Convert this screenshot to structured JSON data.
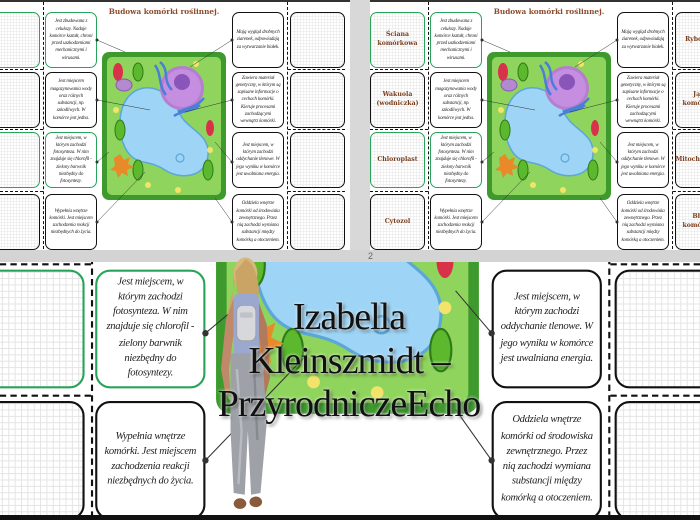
{
  "worksheet": {
    "title": "Budowa komórki roślinnej.",
    "left_labels": [
      "Ściana komórkowa",
      "Wakuola (wodniczka)",
      "Chloroplast",
      "Cytozol"
    ],
    "right_labels": [
      "Rybosomy",
      "Jądro komórkowe",
      "Mitochondrium",
      "Błona komórkowa"
    ],
    "left_descriptions": [
      "Jest zbudowana z celulozy. Nadaje komórce kształt, chroni przed uszkodzeniami mechanicznymi i wirusami.",
      "Jest miejscem magazynowania wody oraz różnych substancji, np. szkodliwych. W komórce jest jedna.",
      "Jest miejscem, w którym zachodzi fotosynteza. W nim znajduje się chlorofil - zielony barwnik niezbędny do fotosyntezy.",
      "Wypełnia wnętrze komórki. Jest miejscem zachodzenia reakcji niezbędnych do życia."
    ],
    "right_descriptions": [
      "Mają wygląd drobnych ziarenek, odpowiadają za wytwarzanie białek.",
      "Zawiera materiał genetyczny, w którym są zapisane informacje o cechach komórki. Kieruje procesami zachodzącymi wewnątrz komórki.",
      "Jest miejscem, w którym zachodzi oddychanie tlenowe. W jego wyniku w komórce jest uwalniana energia.",
      "Oddziela wnętrze komórki od środowiska zewnętrznego. Przez nią zachodzi wymiana substancji między komórką a otoczeniem."
    ],
    "green_rows": [
      0,
      2
    ]
  },
  "page_number": "2",
  "watermark": {
    "line1": "Izabella Kleinszmidt –",
    "line2": "PrzyrodniczeEcho"
  },
  "colors": {
    "title": "#8b4a2b",
    "green_border": "#2aa35a",
    "cell_wall": "#3f9a2e",
    "cytoplasm": "#8fd45c",
    "vacuole": "#9ed4f5",
    "nucleus": "#c58ee0"
  }
}
